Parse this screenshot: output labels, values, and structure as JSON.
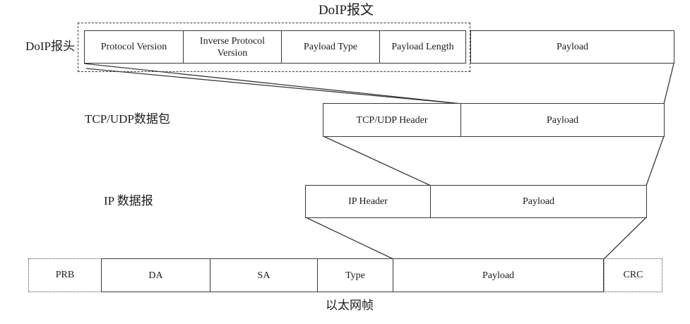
{
  "diagram": {
    "title": "DoIP报文",
    "doip": {
      "header_label": "DoIP报头",
      "fields": [
        "Protocol Version",
        "Inverse Protocol Version",
        "Payload Type",
        "Payload Length"
      ],
      "payload_label": "Payload"
    },
    "tcp_udp": {
      "label": "TCP/UDP数据包",
      "cells": [
        "TCP/UDP Header",
        "Payload"
      ]
    },
    "ip": {
      "label": "IP 数据报",
      "cells": [
        "IP Header",
        "Payload"
      ]
    },
    "ethernet": {
      "label": "以太网帧",
      "cells": [
        "PRB",
        "DA",
        "SA",
        "Type",
        "Payload",
        "CRC"
      ]
    },
    "line_color": "#3a3a3a"
  }
}
